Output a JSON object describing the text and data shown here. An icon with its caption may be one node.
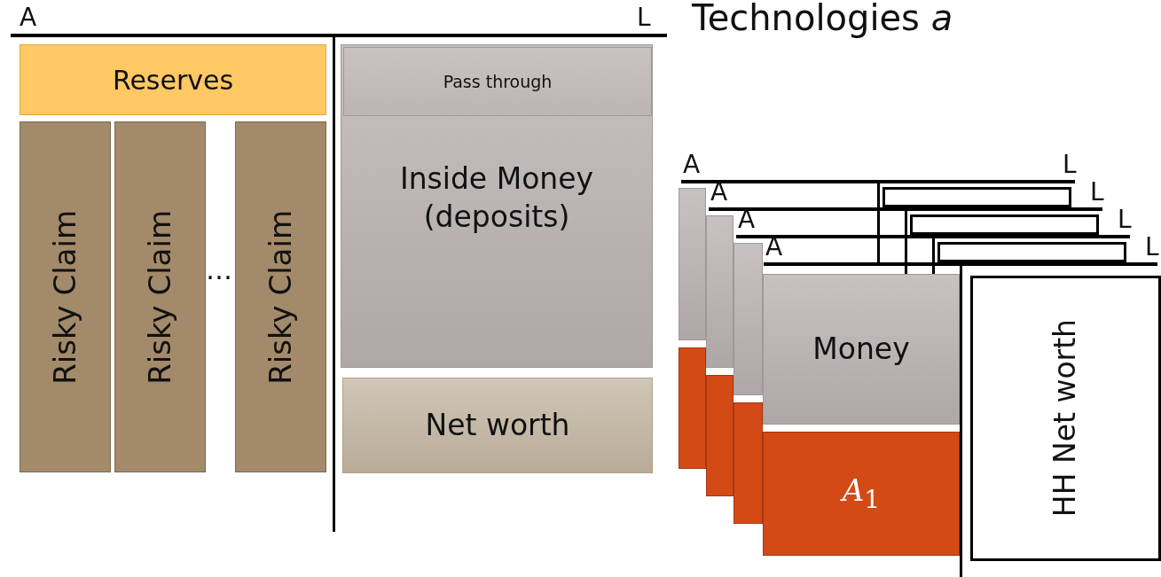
{
  "diagram": {
    "nodes": [
      {
        "text": [
          "Reserves"
        ]
      },
      {
        "text": [
          "Risky Claim"
        ]
      },
      {
        "text": [
          "Risky Claim"
        ]
      },
      {
        "text": [
          "Risky Claim"
        ]
      },
      {
        "text": [
          "Inside Money (deposits)"
        ]
      },
      {
        "text": [
          "Pass through"
        ],
        "in": 4
      },
      {
        "text": [
          "Net worth"
        ]
      },
      {
        "text": [],
        "shape": "box"
      },
      {
        "text": [],
        "shape": "box"
      },
      {
        "text": [],
        "shape": "box"
      },
      {
        "text": [
          "Money"
        ]
      },
      {
        "text": [],
        "shape": "box"
      },
      {
        "text": [],
        "shape": "box"
      },
      {
        "text": [],
        "shape": "box"
      },
      {
        "text": [
          "*A*$_{1}$"
        ]
      },
      {
        "text": [],
        "shape": "box"
      },
      {
        "text": [],
        "shape": "box"
      },
      {
        "text": [],
        "shape": "box"
      },
      {
        "text": [
          "HH Net worth"
        ]
      }
    ],
    "labels": [
      "Technologies *a*",
      "A",
      "L",
      "…",
      "A",
      "L",
      "A",
      "L",
      "A",
      "L",
      "A",
      "L"
    ]
  }
}
